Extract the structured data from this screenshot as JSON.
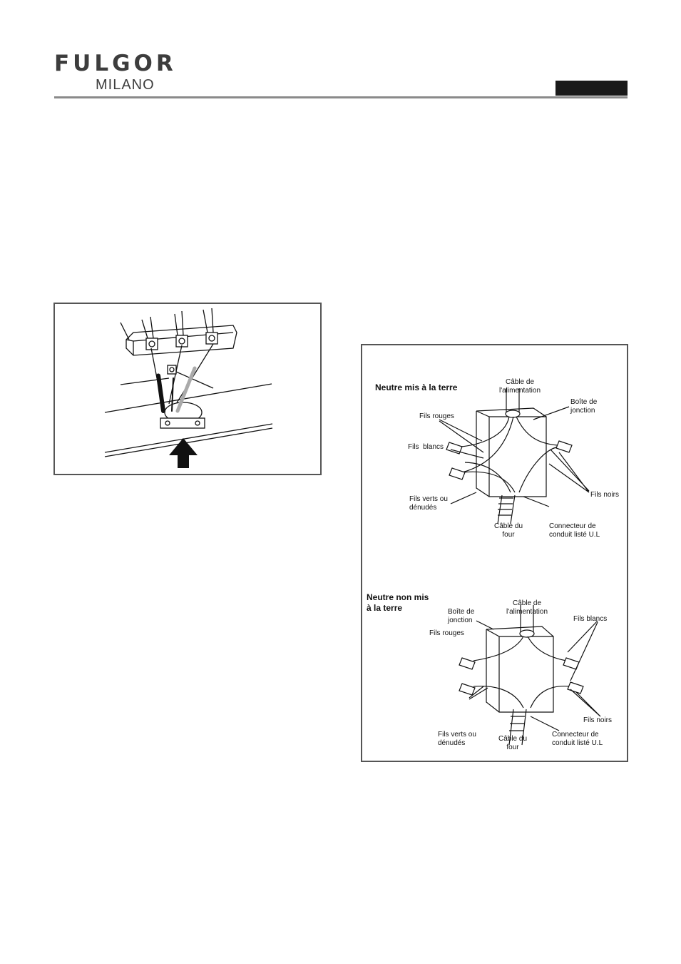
{
  "header": {
    "brand": "FULGOR",
    "subbrand": "MILANO"
  },
  "figure_right": {
    "grounded": {
      "title": "Neutre mis à la terre",
      "labels": {
        "supply_cable": "Câble de l'alimentation",
        "junction_box": "Boîte de jonction",
        "red_wires": "Fils rouges",
        "white_wires": "Fils  blancs",
        "black_wires": "Fils noirs",
        "green_wires": "Fils verts ou dénudés",
        "oven_cable": "Câble du four",
        "conduit_connector": "Connecteur de conduit listé U.L"
      }
    },
    "ungrounded": {
      "title": "Neutre non mis à la terre",
      "labels": {
        "junction_box": "Boîte de jonction",
        "supply_cable": "Câble de l'alimentation",
        "white_wires": "Fils blancs",
        "red_wires": "Fils rouges",
        "black_wires": "Fils noirs",
        "green_wires": "Fils verts ou dénudés",
        "oven_cable": "Câble du four",
        "conduit_connector": "Connecteur de conduit listé U.L"
      }
    }
  }
}
